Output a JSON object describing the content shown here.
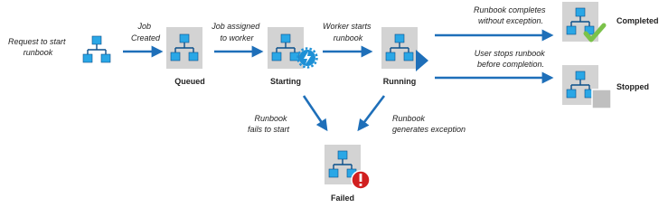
{
  "diagram": {
    "colors": {
      "arrow": "#1e6fb9",
      "node_blue": "#2aa7e6",
      "node_line": "#0b4f8a",
      "state_box": "#d3d3d3",
      "badge_gear": "#1e90d6",
      "badge_check": "#7bc24a",
      "badge_error": "#d11f1f",
      "badge_stop": "#bfbfbf"
    },
    "nodes": {
      "request": {
        "label_line1": "Request to start",
        "label_line2": "runbook"
      },
      "queued": {
        "label": "Queued"
      },
      "starting": {
        "label": "Starting",
        "badge": "gear-lightning-icon"
      },
      "running": {
        "label": "Running",
        "badge": "play-arrow-icon"
      },
      "completed": {
        "label": "Completed",
        "badge": "checkmark-icon"
      },
      "stopped": {
        "label": "Stopped",
        "badge": "stop-square-icon"
      },
      "failed": {
        "label": "Failed",
        "badge": "exclamation-icon"
      }
    },
    "edges": {
      "job_created": {
        "line1": "Job",
        "line2": "Created"
      },
      "job_assigned": {
        "line1": "Job assigned",
        "line2": "to worker"
      },
      "worker_starts": {
        "line1": "Worker starts",
        "line2": "runbook"
      },
      "runbook_completes": {
        "line1": "Runbook completes",
        "line2": "without exception."
      },
      "user_stops": {
        "line1": "User stops runbook",
        "line2": "before completion."
      },
      "fails_to_start": {
        "line1": "Runbook",
        "line2": "fails to start"
      },
      "generates_exception": {
        "line1": "Runbook",
        "line2": "generates exception"
      }
    }
  }
}
